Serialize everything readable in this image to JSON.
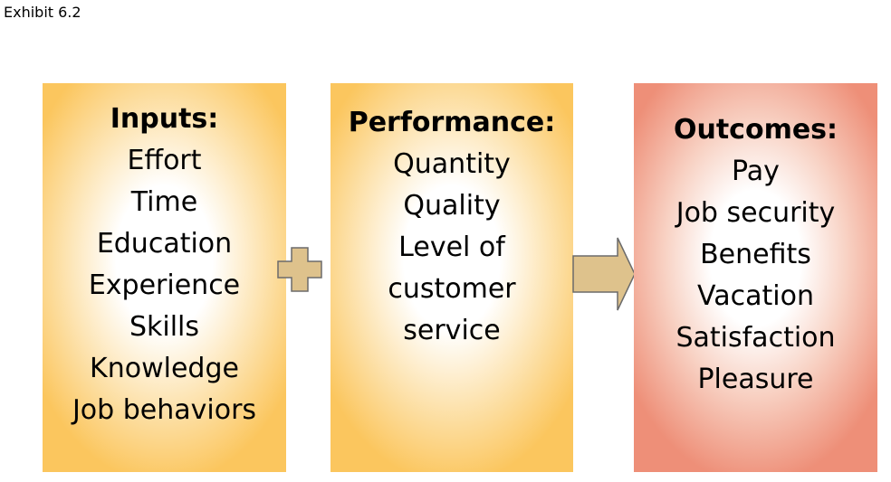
{
  "exhibit_label": "Exhibit 6.2",
  "boxes": {
    "inputs": {
      "title": "Inputs:",
      "items": [
        "Effort",
        "Time",
        "Education",
        "Experience",
        "Skills",
        "Knowledge",
        "Job behaviors"
      ]
    },
    "performance": {
      "title": "Performance:",
      "items": [
        "Quantity",
        "Quality",
        "Level of",
        "customer",
        "service"
      ]
    },
    "outcomes": {
      "title": "Outcomes:",
      "items": [
        "Pay",
        "Job security",
        "Benefits",
        "Vacation",
        "Satisfaction",
        "Pleasure"
      ]
    }
  },
  "connectors": {
    "plus": "plus-icon",
    "arrow": "right-arrow-icon"
  },
  "colors": {
    "inputs_box": "#fbc65e",
    "performance_box": "#fbc65e",
    "outcomes_box": "#ee8f78",
    "connector_fill": "#dec28c",
    "connector_stroke": "#6b6b6b"
  }
}
